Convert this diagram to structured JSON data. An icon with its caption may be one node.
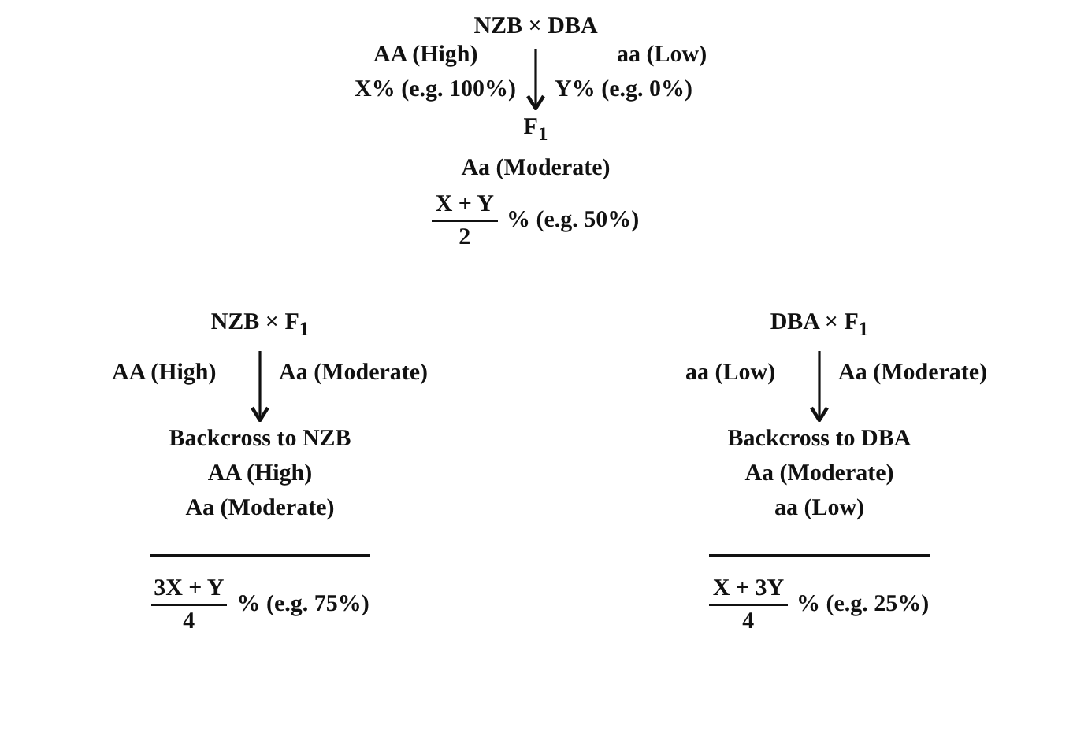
{
  "diagram": {
    "nodes": [
      {
        "text": [
          "NZB × DBA"
        ]
      },
      {
        "text": [
          "F$_{1}$",
          "Aa (Moderate)",
          "X + Y",
          "2",
          "% (e.g. 50%)"
        ]
      },
      {
        "text": [
          "NZB × F$_{1}$"
        ]
      },
      {
        "text": [
          "Backcross to NZB",
          "AA (High)",
          "Aa (Moderate)",
          "3X + Y",
          "4",
          "% (e.g. 75%)"
        ]
      },
      {
        "text": [
          "DBA × F$_{1}$"
        ]
      },
      {
        "text": [
          "Backcross to DBA",
          "Aa (Moderate)",
          "aa (Low)",
          "X + 3Y",
          "4",
          "% (e.g. 25%)"
        ]
      }
    ],
    "edges": [
      {
        "from": 0,
        "to": 1,
        "arrow": "to"
      },
      {
        "from": 2,
        "to": 3,
        "arrow": "to"
      },
      {
        "from": 4,
        "to": 5,
        "arrow": "to"
      }
    ],
    "labels": [
      "AA (High)",
      "aa (Low)",
      "X% (e.g. 100%)",
      "Y% (e.g. 0%)",
      "AA (High)",
      "Aa (Moderate)",
      "aa (Low)",
      "Aa (Moderate)"
    ]
  }
}
